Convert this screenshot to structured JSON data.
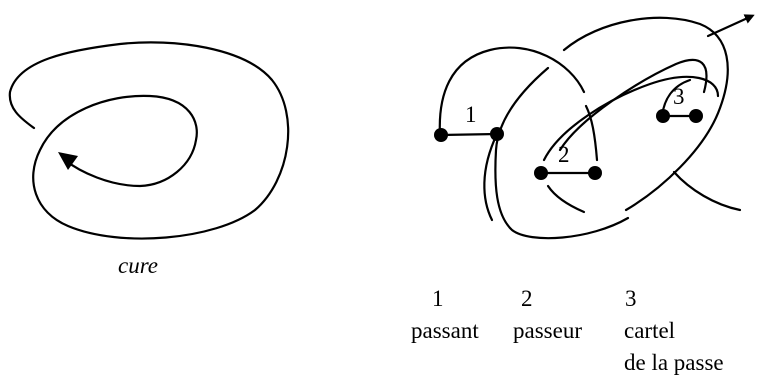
{
  "left_figure": {
    "caption": "cure"
  },
  "right_figure": {
    "points": [
      {
        "number": "1"
      },
      {
        "number": "2"
      },
      {
        "number": "3"
      }
    ]
  },
  "legend": [
    {
      "number": "1",
      "label": "passant",
      "sublabel": ""
    },
    {
      "number": "2",
      "label": "passeur",
      "sublabel": ""
    },
    {
      "number": "3",
      "label": "cartel",
      "sublabel": "de la passe"
    }
  ]
}
